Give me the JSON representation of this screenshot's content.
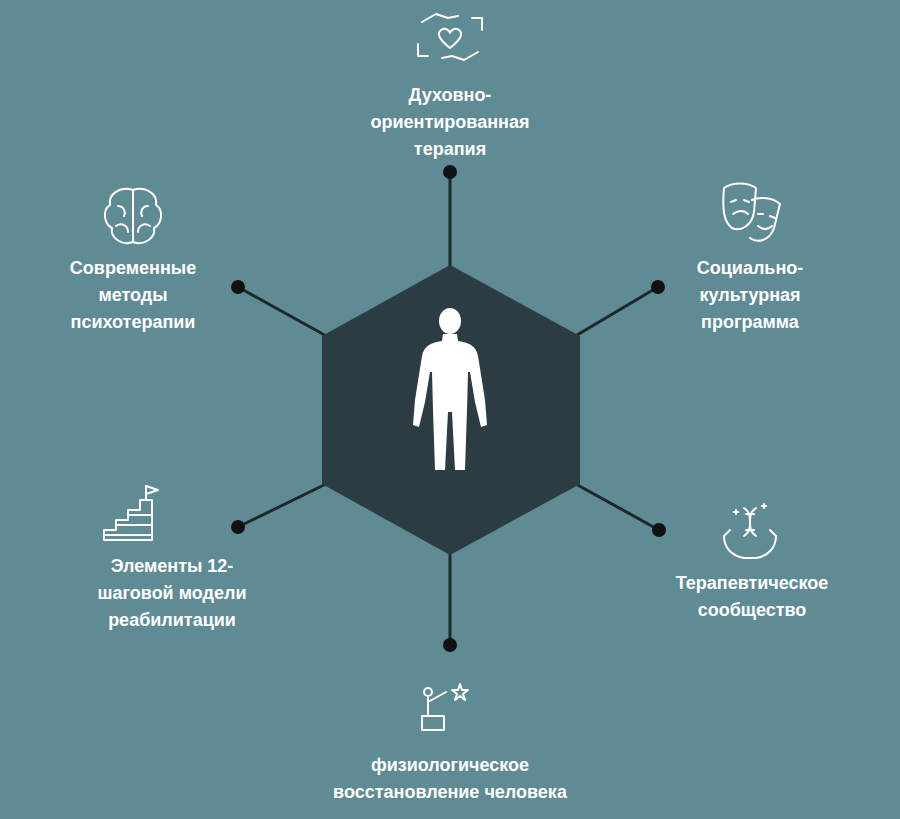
{
  "diagram": {
    "labels": [
      "Духовно-ориентированная терапия",
      "Современные методы психотерапии",
      "Социально-культурная программа",
      "Элементы 12-шаговой модели реабилитации",
      "Терапевтическое сообщество",
      "физиологическое восстановление человека"
    ]
  }
}
